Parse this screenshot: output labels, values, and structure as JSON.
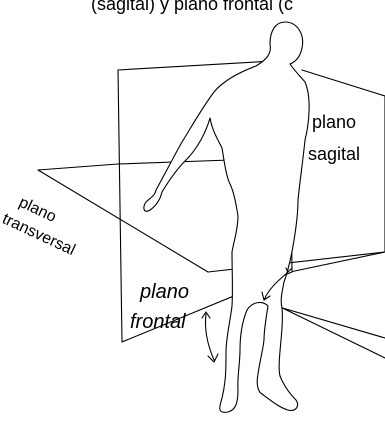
{
  "header": {
    "title": "(sagital) y plano frontal (c"
  },
  "diagram": {
    "line_color": "#000000",
    "background": "#ffffff",
    "labels": {
      "sagital_line1": "plano",
      "sagital_line2": "sagital",
      "transversal_line1": "plano",
      "transversal_line2": "transversal",
      "frontal_line1": "plano",
      "frontal_line2": "frontal"
    }
  }
}
